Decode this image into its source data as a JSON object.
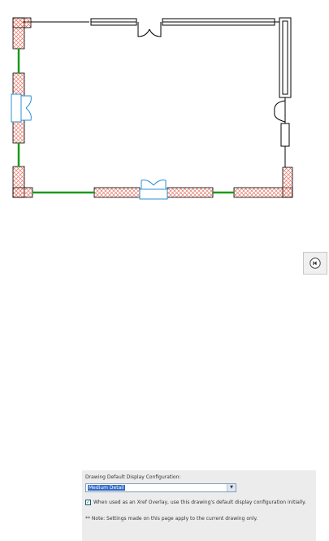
{
  "display_config": {
    "label": "Drawing Default Display Configuration:",
    "selected": "Medium Detail",
    "xref_checkbox": {
      "checked": true,
      "label": "When used as an Xref Overlay, use this drawing's default display configuration initially."
    },
    "note": "** Note: Settings made on this page apply to the current drawing only."
  },
  "colors": {
    "wall_hatch": "#e6796a",
    "window_green": "#1a9a1a",
    "door_blue": "#2b8fd6"
  },
  "icons": {
    "nav": "speaker-back-icon"
  }
}
